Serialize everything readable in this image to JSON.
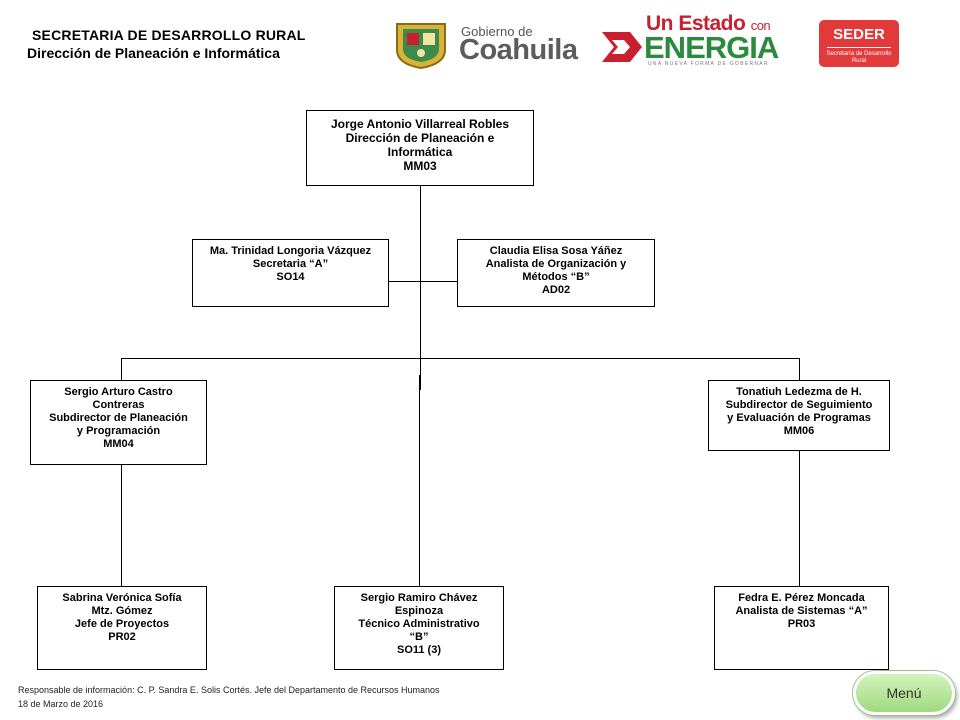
{
  "header": {
    "title": "SECRETARIA DE DESARROLLO RURAL",
    "subtitle": "Dirección de Planeación e Informática"
  },
  "logos": {
    "gobierno_small": "Gobierno de",
    "gobierno_big": "Coahuila",
    "estado_top": "Un Estado",
    "estado_con": "con",
    "estado_big": "ENERGIA",
    "estado_tagline": "UNA NUEVA FORMA DE GOBERNAR",
    "seder_name": "SEDER",
    "seder_sub": "Secretaría de Desarrollo Rural"
  },
  "colors": {
    "seder_red": "#e23a3a",
    "energia_green": "#2b8a3e",
    "estado_red": "#c8202f",
    "menu_green": "#9fd97f"
  },
  "org": {
    "director": [
      "Jorge Antonio Villarreal Robles",
      "Dirección de Planeación e",
      "Informática",
      "MM03"
    ],
    "secretaria": [
      "Ma. Trinidad Longoria Vázquez",
      "Secretaria “A”",
      "SO14"
    ],
    "analista_org": [
      "Claudia Elisa Sosa Yáñez",
      "Analista de Organización y",
      "Métodos “B”",
      "AD02"
    ],
    "subdir_planeacion": [
      "Sergio Arturo Castro",
      "Contreras",
      "Subdirector de Planeación",
      "y Programación",
      "MM04"
    ],
    "subdir_seguimiento": [
      "Tonatiuh Ledezma de H.",
      "Subdirector de Seguimiento",
      "y Evaluación de Programas",
      "MM06"
    ],
    "jefe_proyectos": [
      "Sabrina Verónica Sofía",
      "Mtz. Gómez",
      "Jefe de Proyectos",
      "PR02"
    ],
    "tecnico": [
      "Sergio Ramiro Chávez",
      "Espinoza",
      "Técnico Administrativo",
      "“B”",
      "SO11 (3)"
    ],
    "analista_sistemas": [
      "Fedra E. Pérez Moncada",
      "Analista de Sistemas “A”",
      "PR03"
    ]
  },
  "footer": {
    "line1": "Responsable de información: C. P. Sandra E. Solis Cortés. Jefe del Departamento de Recursos Humanos",
    "line2": "18 de Marzo de 2016"
  },
  "menu_label": "Menú"
}
